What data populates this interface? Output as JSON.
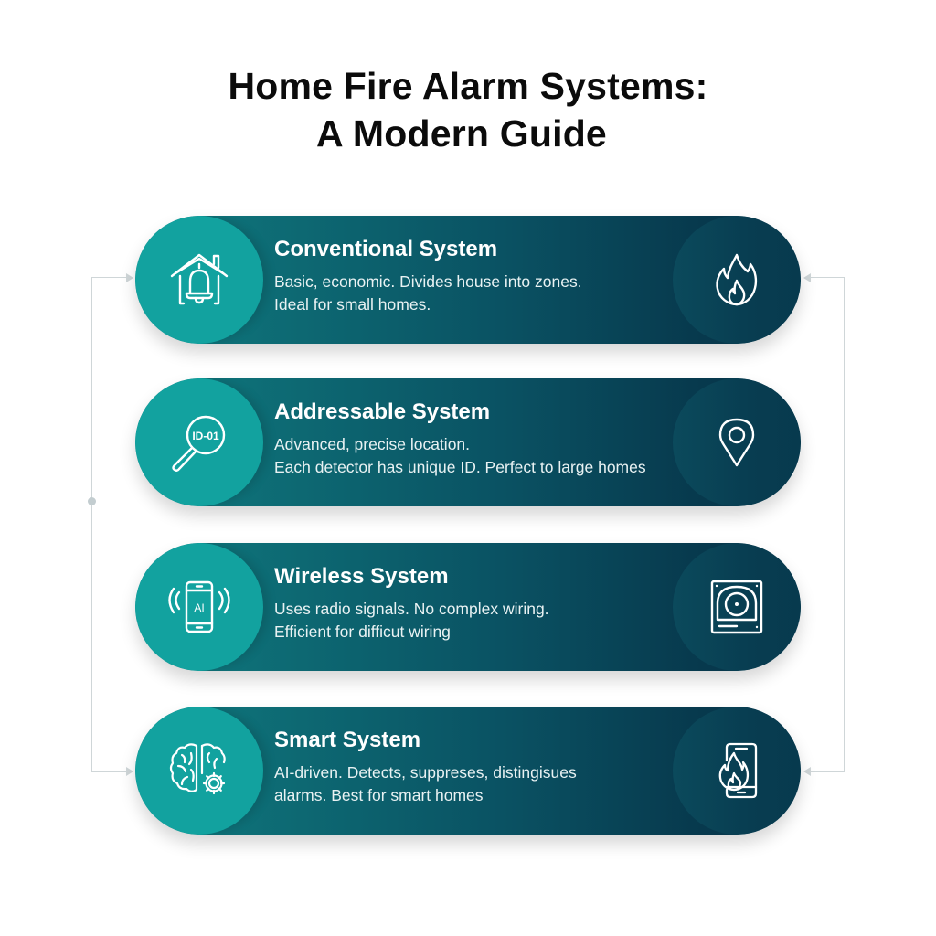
{
  "title": {
    "line1": "Home Fire Alarm Systems:",
    "line2": "A Modern Guide"
  },
  "colors": {
    "teal_circle": "#12a29f",
    "pill_gradient_start": "#0f7c80",
    "pill_gradient_end": "#06354a",
    "connector": "#cfd6d8",
    "title_text": "#0b0b0b"
  },
  "systems": [
    {
      "heading": "Conventional System",
      "line1": "Basic, economic. Divides house into zones.",
      "line2": "Ideal for small homes.",
      "left_icon": "house-bell-icon",
      "right_icon": "flame-icon"
    },
    {
      "heading": "Addressable System",
      "line1": "Advanced, precise location.",
      "line2": "Each detector has unique ID. Perfect to large homes",
      "left_icon": "magnifier-id-icon",
      "left_icon_label": "ID-01",
      "right_icon": "location-pin-icon"
    },
    {
      "heading": "Wireless System",
      "line1": "Uses radio signals. No complex wiring.",
      "line2": "Efficient for difficut wiring",
      "left_icon": "wireless-phone-icon",
      "left_icon_label": "AI",
      "right_icon": "smoke-detector-panel-icon"
    },
    {
      "heading": "Smart System",
      "line1": "AI-driven. Detects, suppreses, distingisues",
      "line2": "alarms. Best for smart homes",
      "left_icon": "brain-gear-icon",
      "right_icon": "phone-flame-icon"
    }
  ]
}
